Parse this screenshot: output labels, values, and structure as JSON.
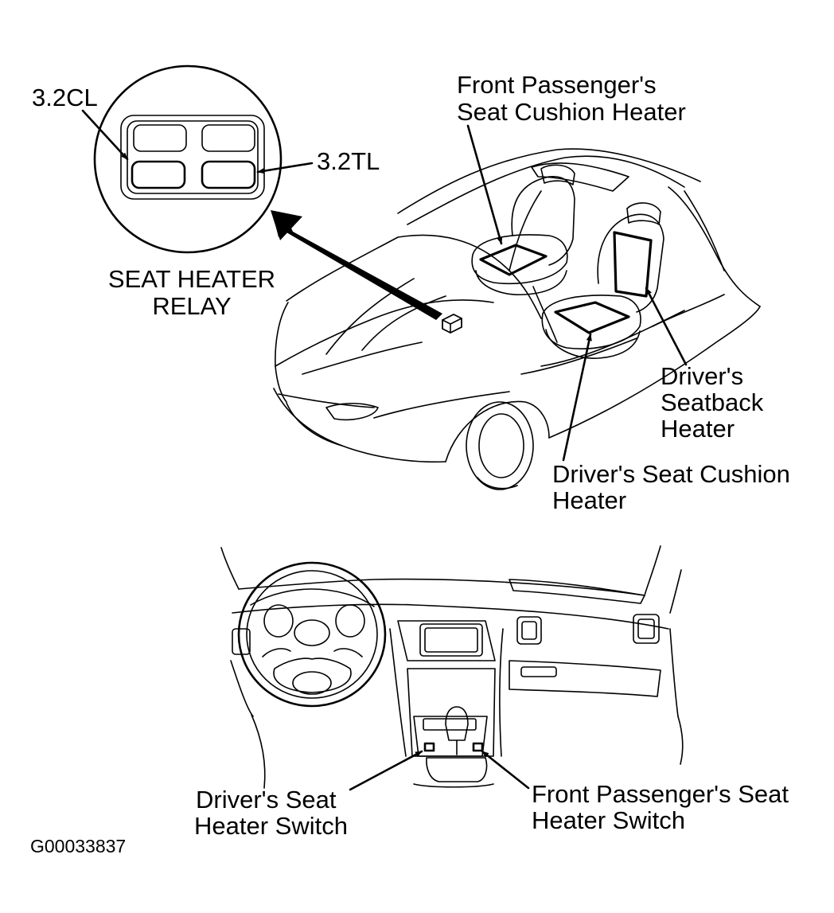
{
  "figure_id": "G00033837",
  "relay_callout": {
    "title_line1": "SEAT HEATER",
    "title_line2": "RELAY",
    "label_left": "3.2CL",
    "label_right": "3.2TL"
  },
  "labels": {
    "front_passenger_cushion_line1": "Front Passenger's",
    "front_passenger_cushion_line2": "Seat Cushion Heater",
    "driver_seatback_line1": "Driver's",
    "driver_seatback_line2": "Seatback",
    "driver_seatback_line3": "Heater",
    "driver_cushion_line1": "Driver's Seat Cushion",
    "driver_cushion_line2": "Heater",
    "driver_switch_line1": "Driver's Seat",
    "driver_switch_line2": "Heater Switch",
    "passenger_switch_line1": "Front Passenger's Seat",
    "passenger_switch_line2": "Heater Switch"
  }
}
